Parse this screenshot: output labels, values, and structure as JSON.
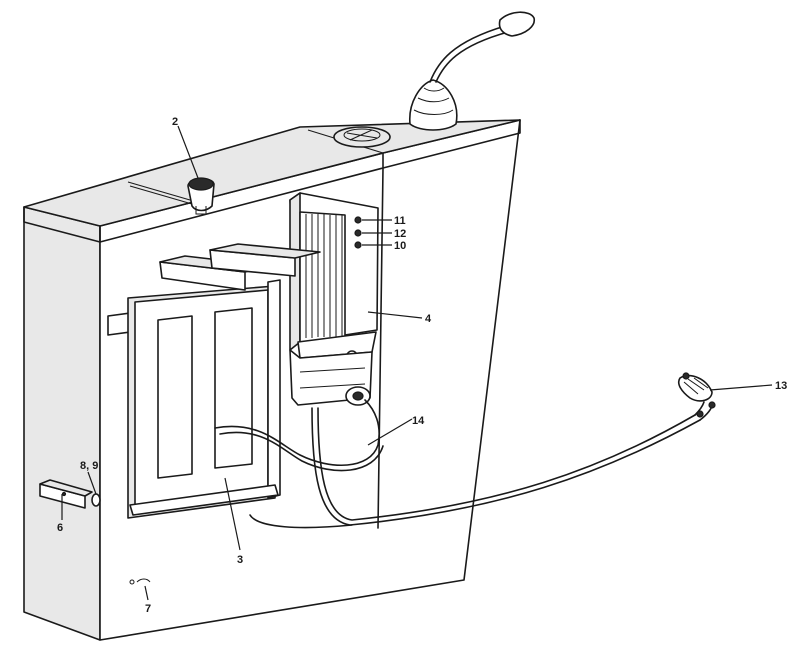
{
  "callouts": [
    {
      "id": "2",
      "label": "2"
    },
    {
      "id": "3",
      "label": "3"
    },
    {
      "id": "4",
      "label": "4"
    },
    {
      "id": "6",
      "label": "6"
    },
    {
      "id": "7",
      "label": "7"
    },
    {
      "id": "8-9",
      "label": "8, 9"
    },
    {
      "id": "10",
      "label": "10"
    },
    {
      "id": "11",
      "label": "11"
    },
    {
      "id": "12",
      "label": "12"
    },
    {
      "id": "13",
      "label": "13"
    },
    {
      "id": "14",
      "label": "14"
    }
  ]
}
